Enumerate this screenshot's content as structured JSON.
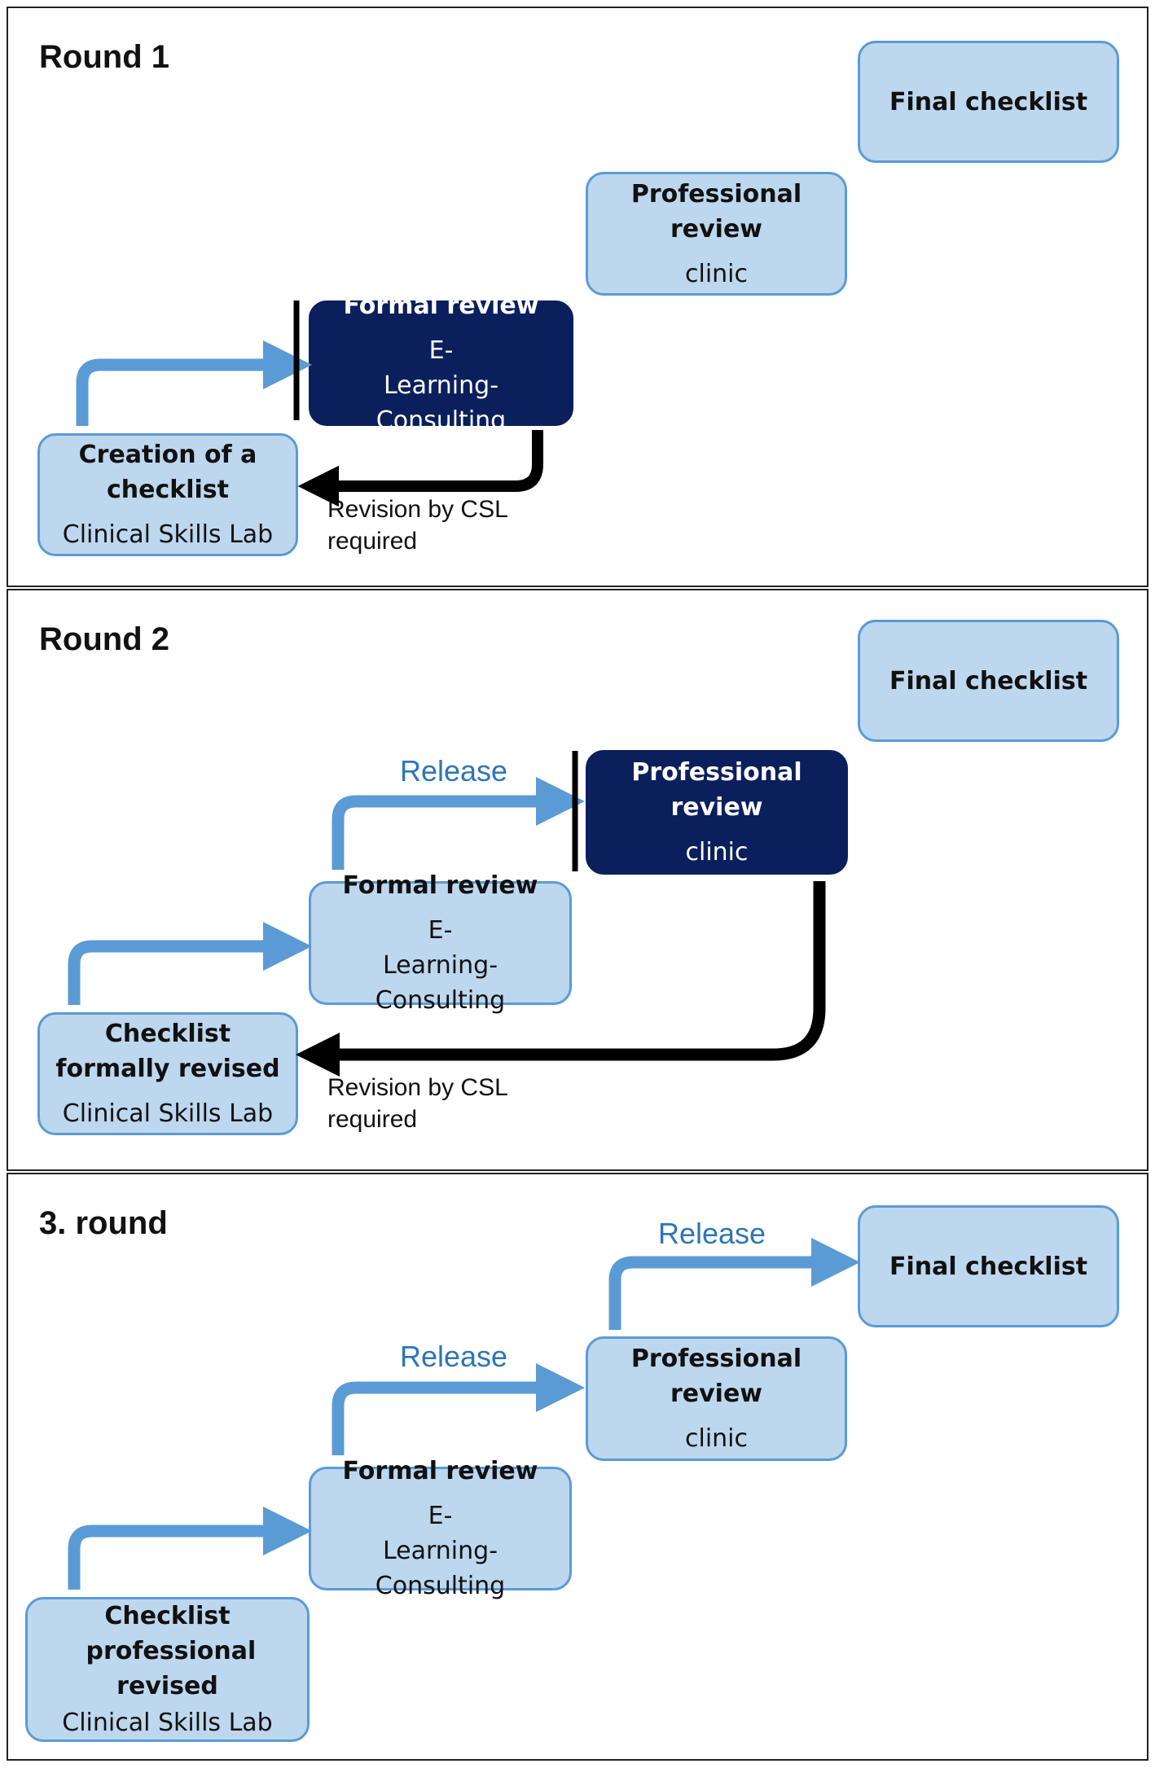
{
  "rounds": [
    {
      "title": "Round 1",
      "final": "Final checklist",
      "professional": {
        "title": "Professional review",
        "sub": "clinic"
      },
      "formal": {
        "title": "Formal review",
        "sub": "E-Learning-Consulting"
      },
      "start": {
        "title": "Creation of a checklist",
        "sub": "Clinical Skills Lab"
      },
      "revision_note": "Revision by CSL required"
    },
    {
      "title": "Round 2",
      "final": "Final checklist",
      "release": "Release",
      "professional": {
        "title": "Professional review",
        "sub": "clinic"
      },
      "formal": {
        "title": "Formal review",
        "sub": "E-Learning-Consulting"
      },
      "start": {
        "title": "Checklist formally revised",
        "sub": "Clinical Skills Lab"
      },
      "revision_note": "Revision by CSL required"
    },
    {
      "title": "3. round",
      "final": "Final checklist",
      "release_1": "Release",
      "release_2": "Release",
      "professional": {
        "title": "Professional review",
        "sub": "clinic"
      },
      "formal": {
        "title": "Formal review",
        "sub": "E-Learning-Consulting"
      },
      "start": {
        "title": "Checklist professional revised",
        "sub": "Clinical Skills Lab"
      }
    }
  ],
  "colors": {
    "box_fill": "#bdd7ee",
    "box_border": "#5b9bd5",
    "active_fill": "#0b1f5c",
    "arrow_blue": "#5b9bd5",
    "release_text": "#2e75b6",
    "revision_arrow": "#000000"
  }
}
